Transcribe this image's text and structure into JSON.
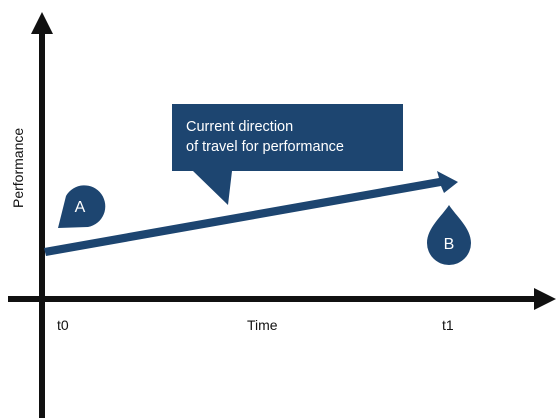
{
  "axes": {
    "y_label": "Performance",
    "x_label": "Time",
    "t_start": "t0",
    "t_end": "t1"
  },
  "callout": {
    "line1": "Current direction",
    "line2": "of travel for performance"
  },
  "markers": {
    "a": "A",
    "b": "B"
  },
  "colors": {
    "axis": "#111111",
    "accent": "#1d4570"
  }
}
